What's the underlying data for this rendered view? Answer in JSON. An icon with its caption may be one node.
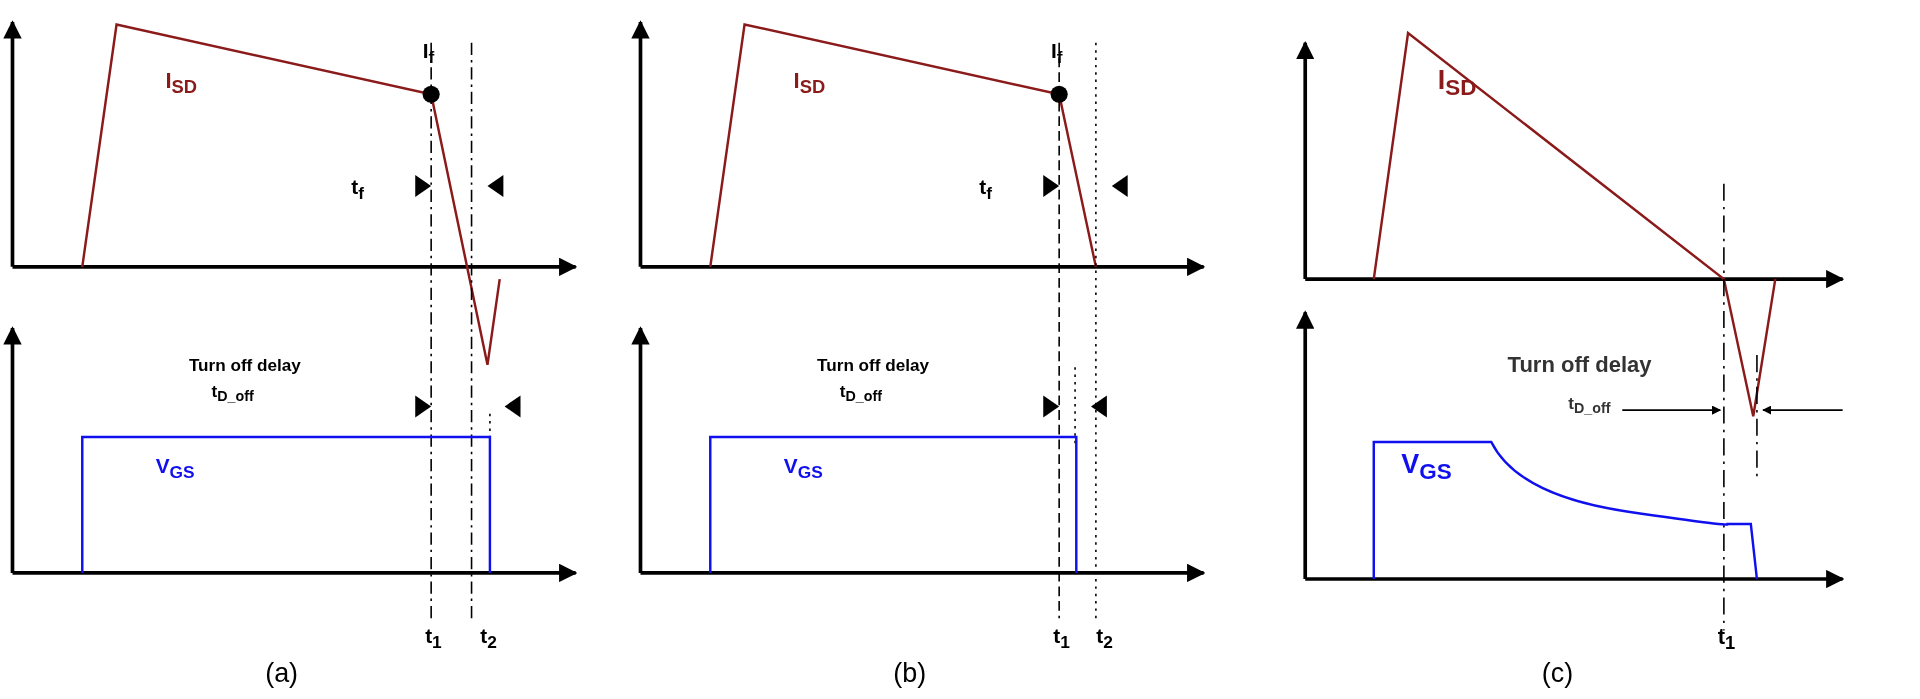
{
  "diagram": {
    "labels": [
      "I$_{SD}$",
      "I$_{f}$",
      "t$_{f}$",
      "Turn off delay",
      "t$_{D_off}$",
      "V$_{GS}$",
      "t$_{1}$",
      "t$_{2}$",
      "(a)",
      "I$_{SD}$",
      "I$_{f}$",
      "t$_{f}$",
      "Turn off delay",
      "t$_{D_off}$",
      "V$_{GS}$",
      "t$_{1}$",
      "t$_{2}$",
      "(b)",
      "I$_{SD}$",
      "Turn off delay",
      "t$_{D_off}$",
      "V$_{GS}$",
      "t$_{1}$",
      "(c)"
    ]
  }
}
